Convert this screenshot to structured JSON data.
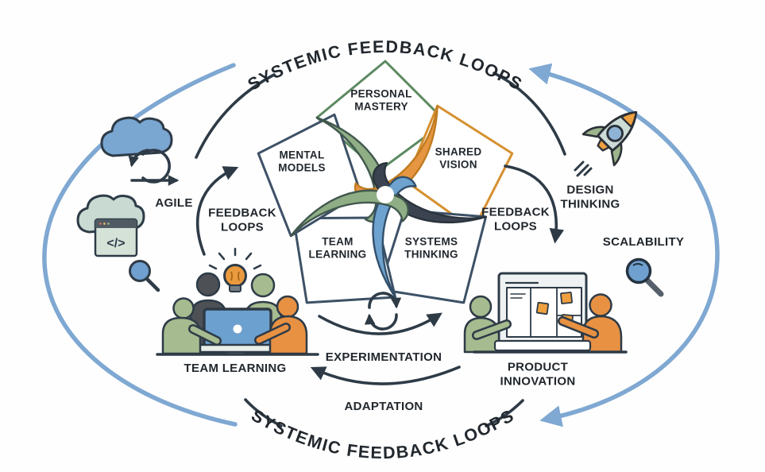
{
  "titles": {
    "top": "SYSTEMIC FEEDBACK LOOPS",
    "bottom": "SYSTEMIC FEEDBACK LOOPS"
  },
  "pinwheel": {
    "disciplines": [
      {
        "line1": "PERSONAL",
        "line2": "MASTERY"
      },
      {
        "line1": "MENTAL",
        "line2": "MODELS"
      },
      {
        "line1": "SHARED",
        "line2": "VISION"
      },
      {
        "line1": "TEAM",
        "line2": "LEARNING"
      },
      {
        "line1": "SYSTEMS",
        "line2": "THINKING"
      }
    ]
  },
  "side_labels": {
    "agile": "AGILE",
    "feedback_left": {
      "line1": "FEEDBACK",
      "line2": "LOOPS"
    },
    "feedback_right": {
      "line1": "FEEDBACK",
      "line2": "LOOPS"
    },
    "design_thinking": {
      "line1": "DESIGN",
      "line2": "THINKING"
    },
    "scalability": "SCALABILITY"
  },
  "bottom_flow": {
    "team_learning": "TEAM LEARNING",
    "product_innovation": {
      "line1": "PRODUCT",
      "line2": "INNOVATION"
    },
    "experimentation": "EXPERIMENTATION",
    "adaptation": "ADAPTATION"
  },
  "icons": {
    "code_symbol": "</>",
    "names": [
      "cloud-icon",
      "agile-sprint-loop-icon",
      "cloud-code-window-icon",
      "magnifier-icon",
      "lightbulb-icon",
      "team-at-laptop-icon",
      "cycle-arrows-icon",
      "team-at-whiteboard-icon",
      "rocket-icon",
      "magnifier-icon"
    ]
  },
  "colors": {
    "outer_arc_blue": "#7fa8d2",
    "ink_navy": "#2e3b47",
    "sage_green": "#8fae85",
    "orange": "#e69540",
    "dark_slate": "#3b4350",
    "steel_blue": "#6fa3cf",
    "pale_mint": "#ccdcd6",
    "text": "#21272d"
  }
}
